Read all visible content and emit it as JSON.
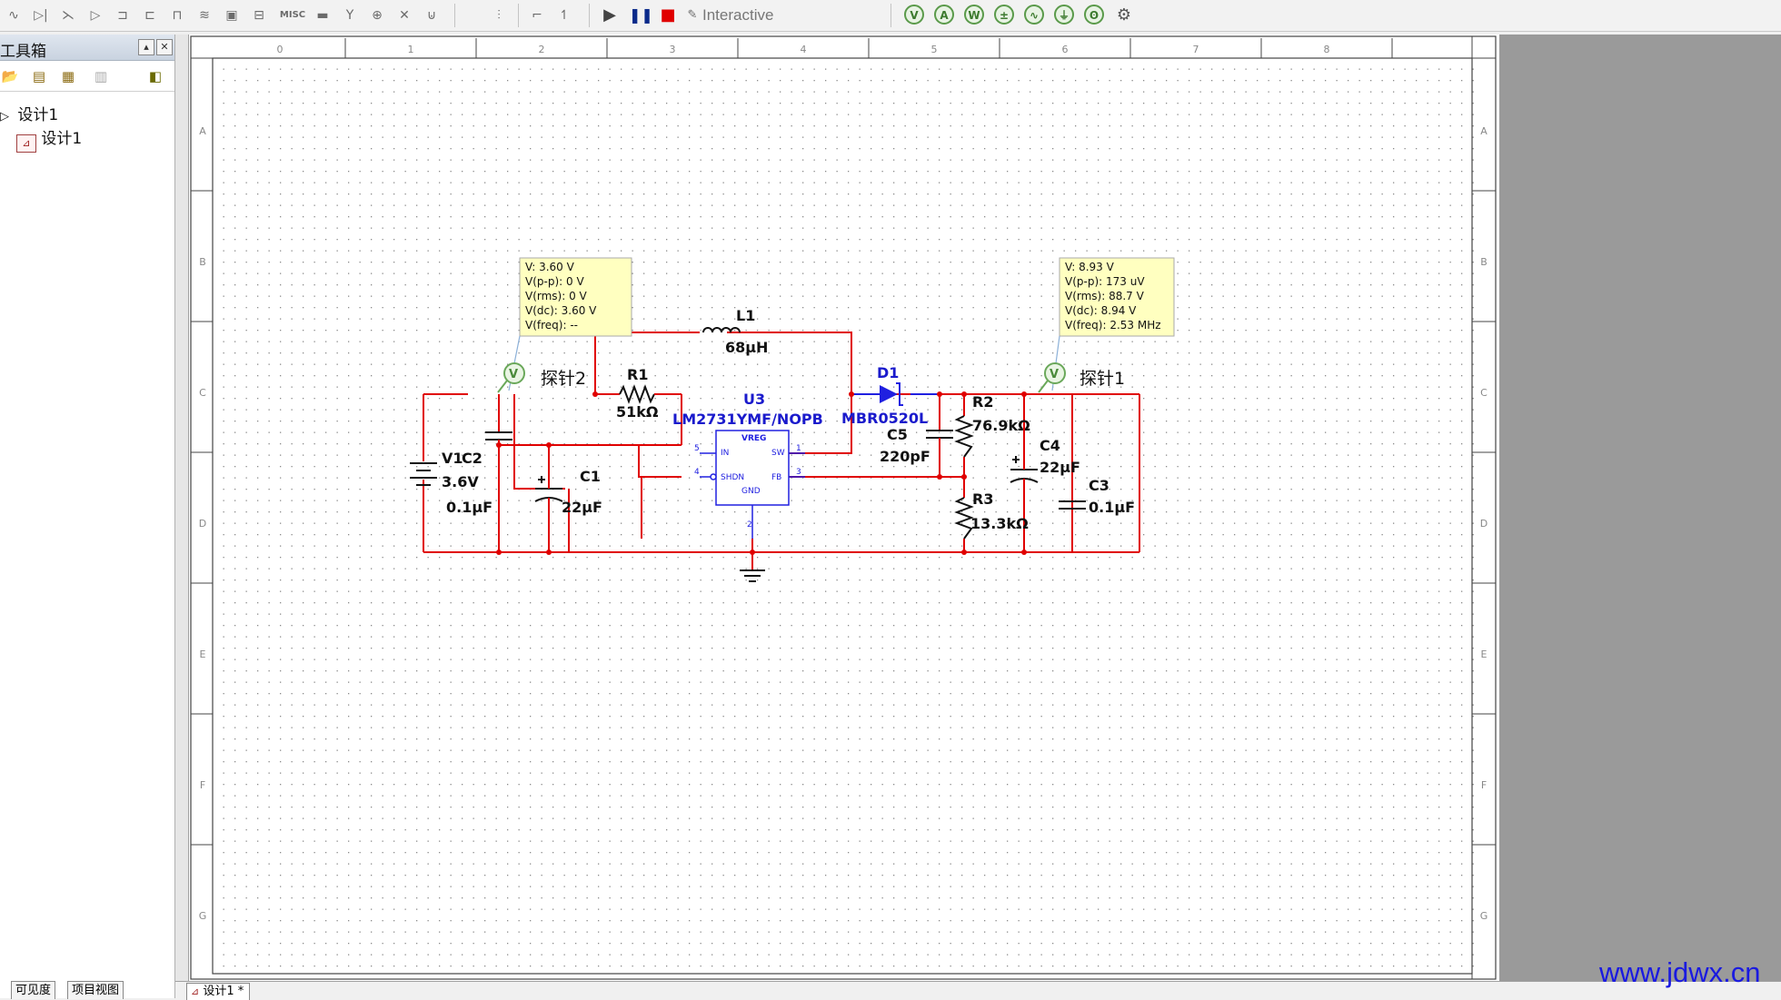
{
  "toolbar": {
    "misc_label": "MISC",
    "mode_label": "Interactive"
  },
  "panel": {
    "title": "工具箱",
    "tree": [
      {
        "label": "设计1"
      },
      {
        "label": "设计1"
      }
    ],
    "bottom_tabs": [
      "可见度",
      "项目视图"
    ]
  },
  "document_tab": "设计1 *",
  "ruler": {
    "columns": [
      "0",
      "1",
      "2",
      "3",
      "4",
      "5",
      "6",
      "7",
      "8"
    ],
    "rows": [
      "A",
      "B",
      "C",
      "D",
      "E",
      "F",
      "G"
    ]
  },
  "schematic": {
    "components": {
      "L1": {
        "ref": "L1",
        "value": "68µH"
      },
      "R1": {
        "ref": "R1",
        "value": "51kΩ"
      },
      "U3": {
        "ref": "U3",
        "value": "LM2731YMF/NOPB",
        "body": "VREG",
        "pins": {
          "in": "IN",
          "sw": "SW",
          "shdn": "SHDN",
          "fb": "FB",
          "gnd": "GND"
        },
        "pin_numbers": [
          "5",
          "1",
          "4",
          "3",
          "2"
        ]
      },
      "D1": {
        "ref": "D1",
        "value": "MBR0520L"
      },
      "C5": {
        "ref": "C5",
        "value": "220pF"
      },
      "R2": {
        "ref": "R2",
        "value": "76.9kΩ"
      },
      "R3": {
        "ref": "R3",
        "value": "13.3kΩ"
      },
      "C4": {
        "ref": "C4",
        "value": "22µF"
      },
      "C3": {
        "ref": "C3",
        "value": "0.1µF"
      },
      "V1": {
        "ref": "V1",
        "value": "3.6V"
      },
      "C2": {
        "ref": "C2",
        "value": "0.1µF"
      },
      "C1": {
        "ref": "C1",
        "value": "22µF"
      }
    },
    "probe2": {
      "name": "探针2",
      "symbol": "V",
      "readings": [
        "V: 3.60 V",
        "V(p-p): 0 V",
        "V(rms): 0 V",
        "V(dc): 3.60 V",
        "V(freq): --"
      ]
    },
    "probe1": {
      "name": "探针1",
      "symbol": "V",
      "readings": [
        "V: 8.93 V",
        "V(p-p): 173 uV",
        "V(rms): 88.7 V",
        "V(dc): 8.94 V",
        "V(freq): 2.53 MHz"
      ]
    }
  },
  "watermark": "www.jdwx.cn",
  "colors": {
    "wire_red": "#e00000",
    "wire_blue": "#2020e0",
    "component_blue": "#1a1acc",
    "probe_box": "#ffffc0"
  }
}
